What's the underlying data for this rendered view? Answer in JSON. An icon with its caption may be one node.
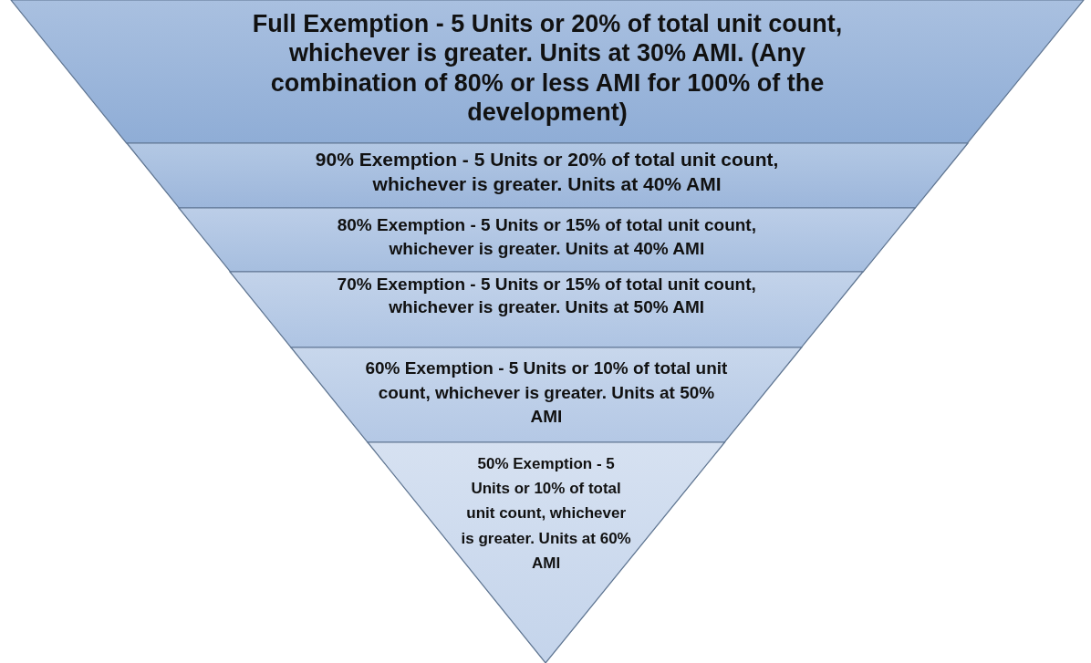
{
  "diagram": {
    "nodes": [
      {
        "text": [
          "Full Exemption - 5 Units or 20% of total unit count, whichever is greater. Units at 30% AMI. (Any combination of 80% or less AMI for 100% of the development)"
        ]
      },
      {
        "text": [
          "90% Exemption - 5 Units or 20% of total unit count, whichever is greater. Units at 40% AMI"
        ]
      },
      {
        "text": [
          "80% Exemption - 5 Units or 15% of total unit count, whichever is greater. Units at 40% AMI"
        ]
      },
      {
        "text": [
          "70% Exemption - 5 Units or 15% of total unit count, whichever is greater. Units at 50% AMI"
        ]
      },
      {
        "text": [
          "60% Exemption - 5 Units or 10% of total unit count, whichever is greater. Units at 50% AMI"
        ]
      },
      {
        "text": [
          "50% Exemption - 5 Units or 10% of total unit count, whichever is greater. Units at 60% AMI"
        ]
      }
    ]
  }
}
